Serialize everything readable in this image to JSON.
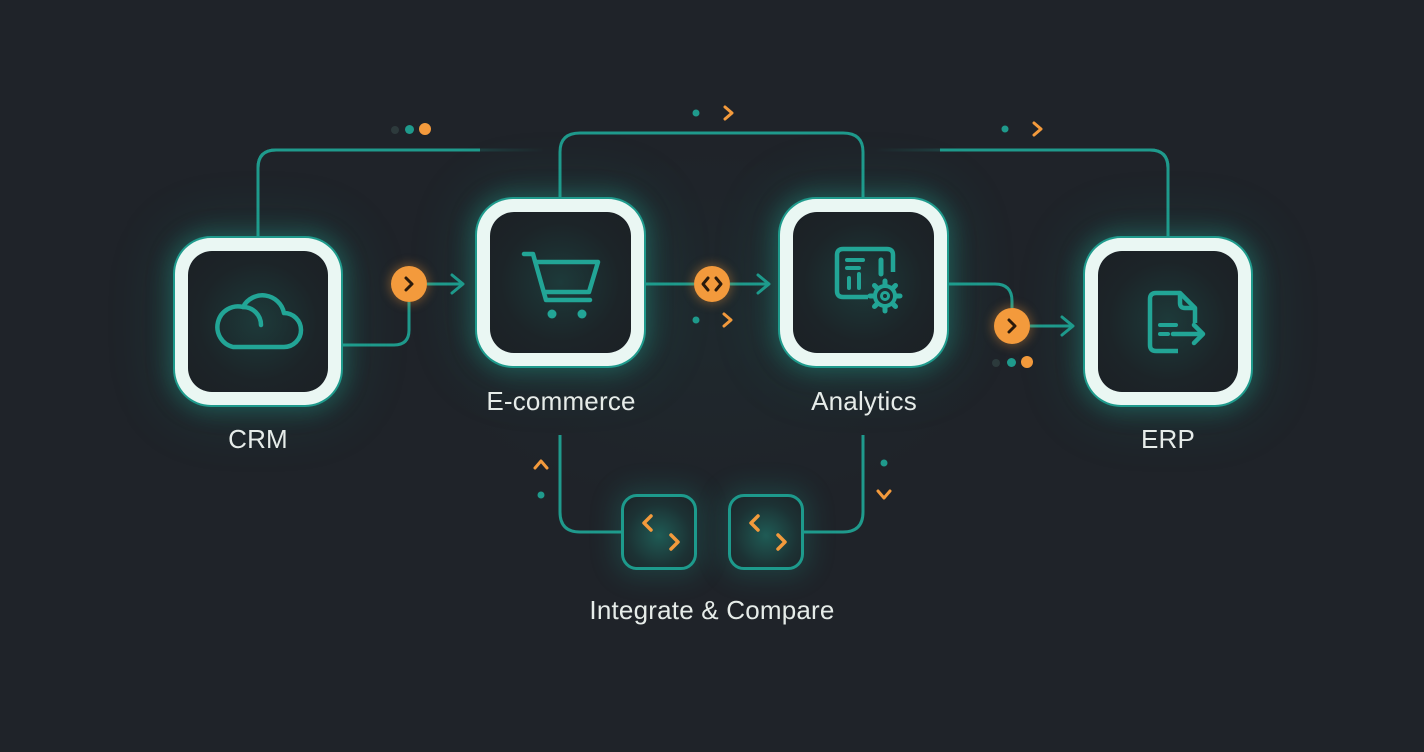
{
  "diagram": {
    "type": "integration-flow",
    "colors": {
      "background": "#1f2329",
      "wire": "#1f9a8c",
      "icon": "#22a596",
      "node_frame": "#eaf7f3",
      "accent": "#f39a3c",
      "label": "#e6ece9"
    },
    "nodes": [
      {
        "id": "crm",
        "label": "CRM",
        "icon": "cloud-icon"
      },
      {
        "id": "ecommerce",
        "label": "E-commerce",
        "icon": "shopping-cart-icon"
      },
      {
        "id": "analytics",
        "label": "Analytics",
        "icon": "analytics-dashboard-gear-icon"
      },
      {
        "id": "erp",
        "label": "ERP",
        "icon": "document-export-icon"
      }
    ],
    "connectors": [
      {
        "from": "crm",
        "to": "ecommerce",
        "badge_icon": "chevron-right-icon"
      },
      {
        "from": "ecommerce",
        "to": "analytics",
        "badge_icon": "code-brackets-icon"
      },
      {
        "from": "analytics",
        "to": "erp",
        "badge_icon": "chevron-right-icon"
      },
      {
        "from": "crm",
        "to": "analytics",
        "path": "top-bus"
      },
      {
        "from": "ecommerce",
        "to": "analytics",
        "path": "top-arch"
      },
      {
        "from": "erp",
        "to": "analytics",
        "path": "top-bus"
      }
    ],
    "sync_group": {
      "label": "Integrate & Compare",
      "items": [
        {
          "icon": "swap-arrows-icon"
        },
        {
          "icon": "swap-arrows-icon"
        }
      ]
    },
    "indicators": {
      "top_left_dots": [
        "inactive",
        "teal",
        "orange"
      ],
      "erp_dots": [
        "inactive",
        "teal",
        "orange"
      ],
      "direction_arrows": [
        "right",
        "right",
        "right",
        "up",
        "down"
      ]
    }
  }
}
